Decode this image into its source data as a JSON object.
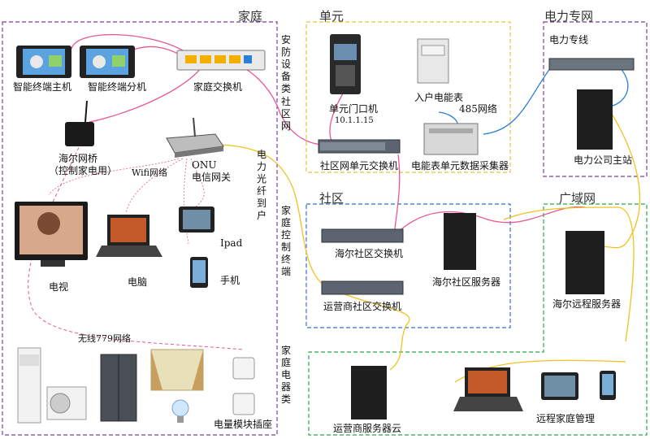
{
  "regions": {
    "home": "家庭",
    "unit": "单元",
    "power_line": "电力专网",
    "community": "社区",
    "wan": "广域网"
  },
  "vertical_labels": {
    "security": "安防设备类",
    "community_net": "社区网",
    "fiber": "电力光纤到户",
    "control_terminal": "家庭控制终端",
    "appliances": "家庭电器类"
  },
  "devices": {
    "smart_host": "智能终端主机",
    "smart_ext": "智能终端分机",
    "home_switch": "家庭交换机",
    "haier_bridge_1": "海尔网桥",
    "haier_bridge_2": "（控制家电用）",
    "onu_1": "ONU",
    "onu_2": "电信网关",
    "wifi_net": "Wifi网络",
    "tv": "电视",
    "pc": "电脑",
    "ipad": "Ipad",
    "phone": "手机",
    "wireless_net": "无线779网络",
    "power_socket": "电量模块插座",
    "door_unit": "单元门口机",
    "door_ip": "10.1.1.15",
    "entry_meter": "入户电能表",
    "rs485": "485网络",
    "unit_switch": "社区网单元交换机",
    "meter_collector": "电能表单元数据采集器",
    "power_private": "电力专线",
    "power_host": "电力公司主站",
    "haier_comm_switch": "海尔社区交换机",
    "haier_comm_server": "海尔社区服务器",
    "op_comm_switch": "运营商社区交换机",
    "haier_remote_server": "海尔远程服务器",
    "op_cloud": "运营商服务器云",
    "remote_home_mgmt": "远程家庭管理"
  },
  "colors": {
    "home_border": "#7a3f9d",
    "unit_border": "#e8c43a",
    "power_border": "#7a3f9d",
    "community_border": "#2a6fd6",
    "wan_border": "#2aa84a",
    "pink_link": "#e8569a",
    "yellow_link": "#f0c21e",
    "blue_link": "#2a7fd6"
  }
}
